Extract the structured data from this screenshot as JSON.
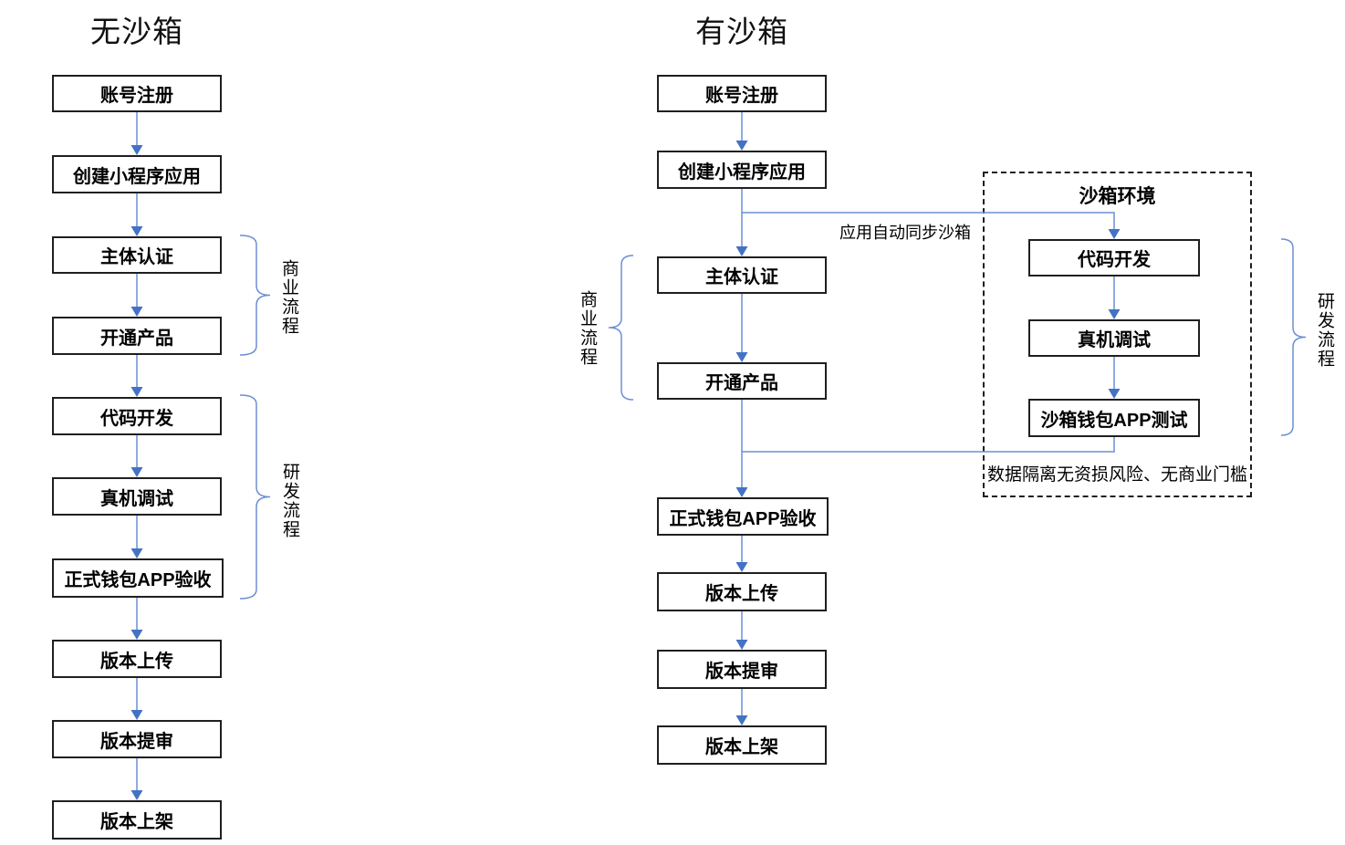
{
  "colors": {
    "line": "#6b8fd4",
    "arrow": "#4472c4",
    "border": "#1f1f1f",
    "text": "#000000"
  },
  "left": {
    "title": "无沙箱",
    "nodes": [
      "账号注册",
      "创建小程序应用",
      "主体认证",
      "开通产品",
      "代码开发",
      "真机调试",
      "正式钱包APP验收",
      "版本上传",
      "版本提审",
      "版本上架"
    ],
    "braces": {
      "business": "商业流程",
      "dev": "研发流程"
    }
  },
  "right": {
    "title": "有沙箱",
    "nodes": [
      "账号注册",
      "创建小程序应用",
      "主体认证",
      "开通产品",
      "正式钱包APP验收",
      "版本上传",
      "版本提审",
      "版本上架"
    ],
    "brace_business": "商业流程",
    "sync_label": "应用自动同步沙箱",
    "sandbox": {
      "title": "沙箱环境",
      "nodes": [
        "代码开发",
        "真机调试",
        "沙箱钱包APP测试"
      ],
      "note": "数据隔离无资损风险、无商业门槛",
      "brace_dev": "研发流程"
    }
  }
}
